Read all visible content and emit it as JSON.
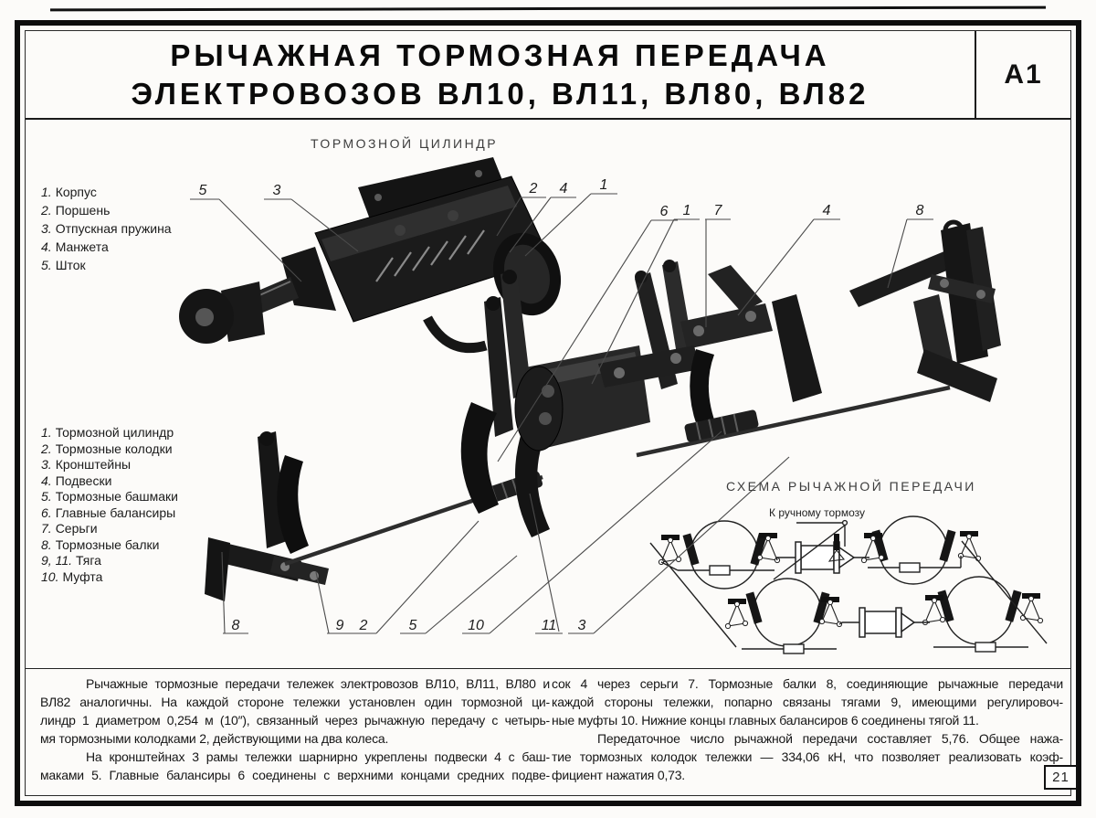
{
  "page": {
    "title_line1": "РЫЧАЖНАЯ ТОРМОЗНАЯ ПЕРЕДАЧА",
    "title_line2": "ЭЛЕКТРОВОЗОВ ВЛ10, ВЛ11, ВЛ80, ВЛ82",
    "code_label": "А1",
    "page_number": "21"
  },
  "figures": {
    "cylinder_label": "ТОРМОЗНОЙ ЦИЛИНДР",
    "schematic_label": "СХЕМА РЫЧАЖНОЙ ПЕРЕДАЧИ",
    "handbrake_label": "К ручному тормозу"
  },
  "cylinder_parts": [
    {
      "n": "1.",
      "t": "Корпус"
    },
    {
      "n": "2.",
      "t": "Поршень"
    },
    {
      "n": "3.",
      "t": "Отпускная пружина"
    },
    {
      "n": "4.",
      "t": "Манжета"
    },
    {
      "n": "5.",
      "t": "Шток"
    }
  ],
  "rigging_parts": [
    {
      "n": "1.",
      "t": "Тормозной цилиндр"
    },
    {
      "n": "2.",
      "t": "Тормозные колодки"
    },
    {
      "n": "3.",
      "t": "Кронштейны"
    },
    {
      "n": "4.",
      "t": "Подвески"
    },
    {
      "n": "5.",
      "t": "Тормозные башмаки"
    },
    {
      "n": "6.",
      "t": "Главные балансиры"
    },
    {
      "n": "7.",
      "t": "Серьги"
    },
    {
      "n": "8.",
      "t": "Тормозные балки"
    },
    {
      "n": "9, 11.",
      "t": "Тяга"
    },
    {
      "n": "10.",
      "t": "Муфта"
    }
  ],
  "callouts": {
    "cylinder": [
      "5",
      "3",
      "2",
      "4",
      "1"
    ],
    "top": [
      "6",
      "1",
      "7",
      "4",
      "8"
    ],
    "bottom": [
      "8",
      "9",
      "2",
      "5",
      "10",
      "11",
      "3"
    ]
  },
  "text_block": {
    "col1": [
      "Рычажные тормозные передачи тележек электровозов ВЛ10, ВЛ11, ВЛ80 и",
      "ВЛ82 аналогичны. На каждой стороне тележки установлен один тормозной ци-",
      "линдр 1 диаметром 0,254 м (10″), связанный через рычажную передачу с четырь-",
      "мя тормозными колодками 2, действующими на два колеса.",
      "На кронштейнах 3 рамы тележки шарнирно укреплены подвески 4 с баш-",
      "маками 5. Главные балансиры 6 соединены с верхними концами средних подве-"
    ],
    "col2": [
      "сок 4 через серьги 7. Тормозные балки 8, соединяющие рычажные передачи",
      "каждой стороны тележки, попарно связаны тягами 9, имеющими регулировоч-",
      "ные муфты 10. Нижние концы главных балансиров 6 соединены тягой 11.",
      "Передаточное число рычажной передачи составляет 5,76. Общее нажа-",
      "тие тормозных колодок тележки — 334,06 кН, что позволяет реализовать коэф-",
      "фициент нажатия 0,73."
    ]
  },
  "colors": {
    "ink": "#111111",
    "paper": "#fcfbf9"
  }
}
